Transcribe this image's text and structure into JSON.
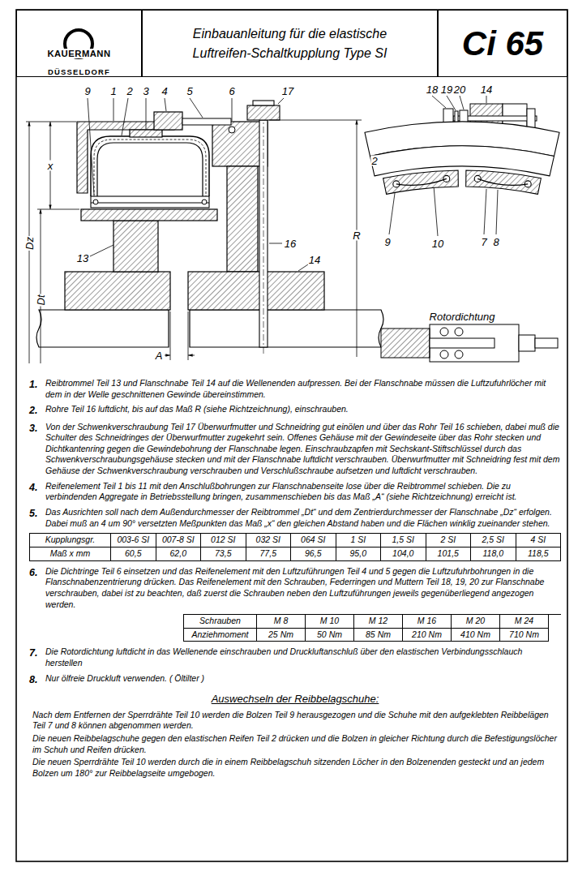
{
  "diagram": {
    "nodes": [
      {
        "text": [
          "KAUERMANN",
          "DÜSSELDORF"
        ]
      },
      {
        "text": [
          "Einbauanleitung für die elastische Luftreifen-Schaltkupplung Type SI"
        ]
      },
      {
        "text": [
          "Ci 65"
        ]
      }
    ],
    "labels": [
      "9",
      "1",
      "2",
      "3",
      "4",
      "5",
      "6",
      "17",
      "18",
      "19",
      "20",
      "14",
      "x",
      "Dz",
      "Dt",
      "R",
      "2",
      "16",
      "9",
      "10",
      "7",
      "8",
      "13",
      "14",
      "Rotordichtung",
      "A",
      "1.",
      "Reibtrommel Teil 13 und Flanschnabe Teil 14 auf die Wellenenden aufpressen. Bei der Flanschnabe müssen die Luftzufuhrlöcher mit dem in der Welle geschnittenen Gewinde übereinstimmen.",
      "2.",
      "Rohre Teil 16 luftdicht, bis auf das Maß R (siehe Richtzeichnung), einschrauben.",
      "3.",
      "Von der Schwenkverschraubung Teil 17 Überwurfmutter und Schneidring gut einölen und über das Rohr Teil 16 schieben, dabei muß die Schulter des Schneidringes der Überwurfmutter zugekehrt sein. Offenes Gehäuse mit der Gewindeseite über das Rohr stecken und Dichtkantenring gegen die Gewindebohrung der Flanschnabe legen. Einschraubzapfen mit Sechskant-Stiftschlüssel durch das Schwenkverschraubungsgehäuse stecken und mit der Flanschnabe luftdicht verschrauben. Überwurfmutter mit Schneidring fest mit dem Gehäuse der Schwenkverschraubung verschrauben und Verschlußschraube aufsetzen und luftdicht verschrauben.",
      "4.",
      "Reifenelement Teil 1 bis 11 mit den Anschlußbohrungen zur Flanschnabenseite lose über die Reibtrommel schieben. Die zu verbindenden Aggregate in Betriebsstellung bringen, zusammenschieben bis das Maß „A“ (siehe Richtzeichnung) erreicht ist.",
      "5.",
      "Das Ausrichten soll nach dem Außendurchmesser der Reibtrommel „Dt“ und dem Zentrierdurchmesser der Flanschnabe „Dz“ erfolgen. Dabei muß an 4 um 90° versetzten Meßpunkten das Maß „x“ den gleichen Abstand haben und die Flächen winklig zueinander stehen.",
      "Kupplungsgr.",
      "003-6 SI",
      "007-8 SI",
      "012 SI",
      "032 SI",
      "064 SI",
      "1 SI",
      "1,5 SI",
      "2 SI",
      "2,5 SI",
      "4 SI",
      "Maß x mm",
      "60,5",
      "62,0",
      "73,5",
      "77,5",
      "96,5",
      "95,0",
      "104,0",
      "101,5",
      "118,0",
      "118,5",
      "6.",
      "Die Dichtringe Teil 6 einsetzen und das Reifenelement mit den Luftzuführungen Teil 4 und 5 gegen die Luftzufuhrbohrungen in die Flanschnabenzentrierung drücken. Das Reifenelement mit den Schrauben, Federringen und Muttern Teil 18, 19, 20 zur Flanschnabe verschrauben, dabei ist zu beachten, daß zuerst die Schrauben neben den Luftzuführungen jeweils gegenüberliegend angezogen werden.",
      "Schrauben",
      "M 8",
      "M 10",
      "M 12",
      "M 16",
      "M 20",
      "M 24",
      "Anziehmoment",
      "25 Nm",
      "50 Nm",
      "85 Nm",
      "210 Nm",
      "410 Nm",
      "710 Nm",
      "7.",
      "Die Rotordichtung luftdicht in das Wellenende einschrauben und Druckluftanschluß über den elastischen Verbindungsschlauch herstellen",
      "8.",
      "Nur ölfreie Druckluft verwenden. ( Öltilter )",
      "Auswechseln der Reibbelagschuhe:",
      "Nach dem Entfernen der Sperrdrähte Teil 10 werden die Bolzen Teil 9 herausgezogen und die Schuhe mit den aufgeklebten Reibbelägen Teil 7 und 8 können abgenommen werden.",
      "Die neuen Reibbelagschuhe gegen den elastischen Reifen Teil 2 drücken und die Bolzen in gleicher Richtung durch die Befestigungslöcher im Schuh und Reifen drücken.",
      "Die neuen Sperrdrähte Teil 10 werden durch die in einem Reibbelagschuh sitzenden Löcher in den Bolzenenden gesteckt und an jedem Bolzen um 180° zur Reibbelagseite umgebogen."
    ]
  }
}
